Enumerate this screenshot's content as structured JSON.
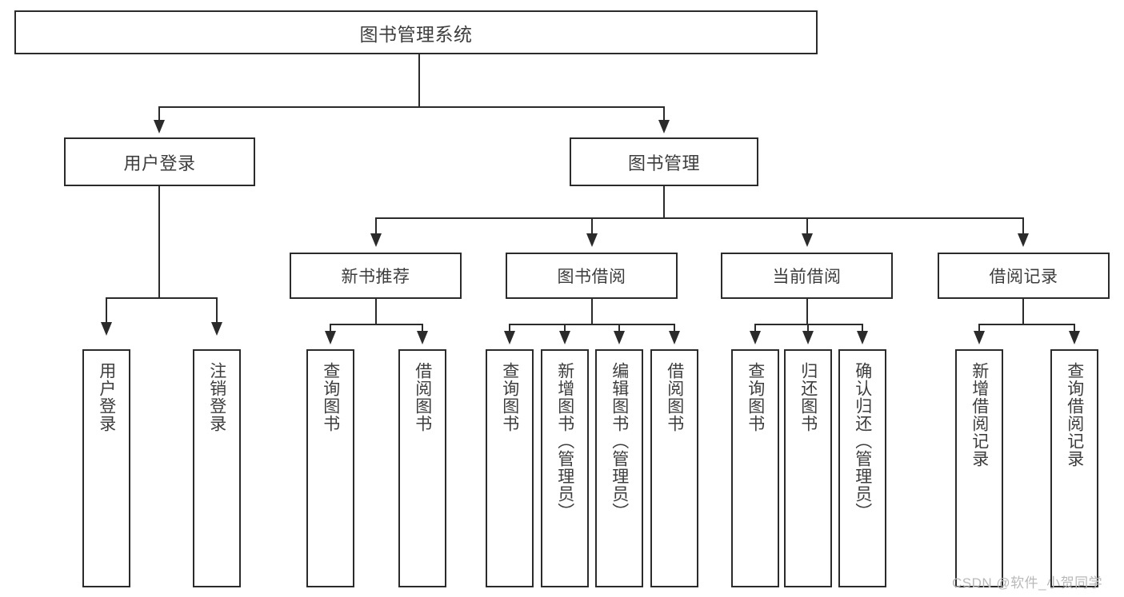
{
  "diagram": {
    "type": "tree-hierarchy",
    "title": "图书管理系统",
    "watermark": "CSDN @软件_小贺同学",
    "colors": {
      "stroke": "#2b2b2b",
      "fill": "#ffffff",
      "text": "#3d3d3d",
      "watermark": "#b9b9b9"
    },
    "nodes": {
      "root": {
        "label": "图书管理系统"
      },
      "level2": [
        {
          "id": "user-login",
          "label": "用户登录"
        },
        {
          "id": "book-management",
          "label": "图书管理"
        }
      ],
      "level3": [
        {
          "id": "new-book-recommend",
          "label": "新书推荐"
        },
        {
          "id": "book-borrow",
          "label": "图书借阅"
        },
        {
          "id": "current-borrow",
          "label": "当前借阅"
        },
        {
          "id": "borrow-record",
          "label": "借阅记录"
        }
      ],
      "leaves": {
        "user_login": [
          {
            "id": "leaf-user-login",
            "label": "用户登录"
          },
          {
            "id": "leaf-logout",
            "label": "注销登录"
          }
        ],
        "new_book_recommend": [
          {
            "id": "leaf-query-book-1",
            "label": "查询图书"
          },
          {
            "id": "leaf-borrow-book-1",
            "label": "借阅图书"
          }
        ],
        "book_borrow": [
          {
            "id": "leaf-query-book-2",
            "label": "查询图书"
          },
          {
            "id": "leaf-add-book",
            "label": "新增图书（管理员）"
          },
          {
            "id": "leaf-edit-book",
            "label": "编辑图书（管理员）"
          },
          {
            "id": "leaf-borrow-book-2",
            "label": "借阅图书"
          }
        ],
        "current_borrow": [
          {
            "id": "leaf-query-book-3",
            "label": "查询图书"
          },
          {
            "id": "leaf-return-book",
            "label": "归还图书"
          },
          {
            "id": "leaf-confirm-return",
            "label": "确认归还（管理员）"
          }
        ],
        "borrow_record": [
          {
            "id": "leaf-add-record",
            "label": "新增借阅记录"
          },
          {
            "id": "leaf-query-record",
            "label": "查询借阅记录"
          }
        ]
      }
    }
  }
}
